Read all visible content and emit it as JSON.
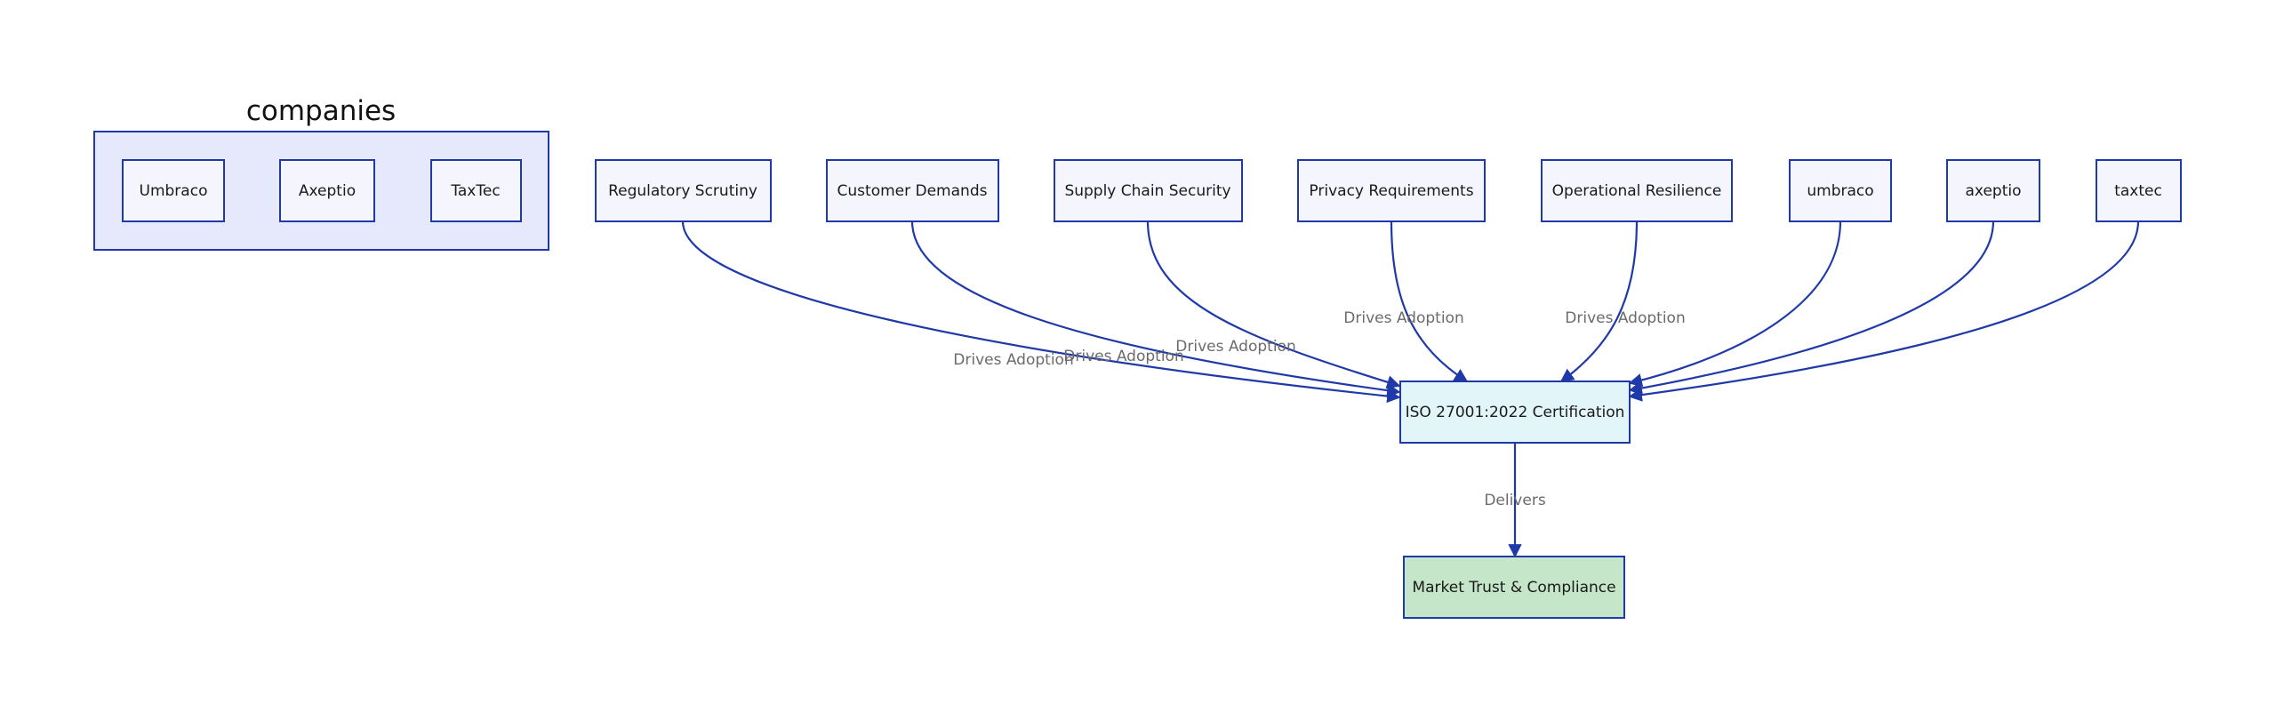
{
  "cluster": {
    "title": "companies",
    "members": [
      "Umbraco",
      "Axeptio",
      "TaxTec"
    ]
  },
  "drivers": [
    "Regulatory Scrutiny",
    "Customer Demands",
    "Supply Chain Security",
    "Privacy Requirements",
    "Operational Resilience",
    "umbraco",
    "axeptio",
    "taxtec"
  ],
  "central": {
    "label": "ISO 27001:2022 Certification"
  },
  "outcome": {
    "label": "Market Trust & Compliance"
  },
  "edges": {
    "drives_label": "Drives Adoption",
    "delivers_label": "Delivers"
  },
  "colors": {
    "stroke": "#1f3aa8",
    "cluster_fill": "#e6e9fb",
    "node_fill": "#f5f6fd",
    "central_fill": "#e2f6fa",
    "outcome_fill": "#c5e6c9",
    "edge_label": "#6b6b6b"
  }
}
